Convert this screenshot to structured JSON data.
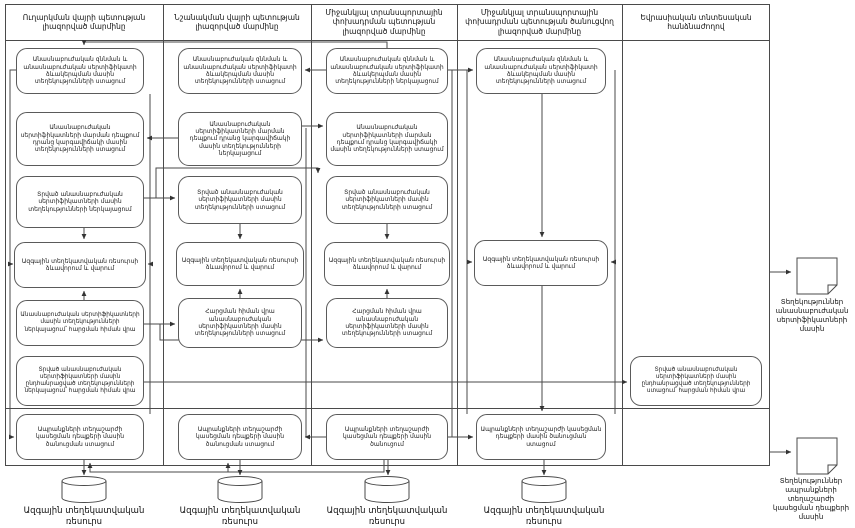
{
  "diagram": {
    "lanes": [
      {
        "header": "Ուղարկման վայրի պետության լիազորված մարմինը",
        "boxes": [
          "Անասնաբուժական զննման և անասնաբուժական սերտիֆիկատի ձևակերպման մասին տեղեկությունների ստացում",
          "Անասնաբուժական սերտիֆիկատների մարման դեպքում դրանց կարգավիճակի մասին տեղեկությունների ստացում",
          "Տրված անասնաբուժական սերտիֆիկատների մասին տեղեկությունների ներկայացում",
          "Ազգային տեղեկատվական ռեսուրսի ձևավորում և վարում",
          "Անասնաբուժական սերտիֆիկատների մասին տեղեկությունների ներկայացում՝ հարցման հիման վրա",
          "Տրված անասնաբուժական սերտիֆիկատների մասին ընդհանրացված տեղեկությունների ներկայացում՝ հարցման հիման վրա",
          "Ապրանքների տեղաշարժի կասեցման դեպքերի մասին ծանուցման ստացում"
        ]
      },
      {
        "header": "Նշանակման վայրի պետության լիազորված մարմինը",
        "boxes": [
          "Անասնաբուժական զննման և անասնաբուժական սերտիֆիկատի ձևակերպման մասին տեղեկությունների ստացում",
          "Անասնաբուժական սերտիֆիկատների մարման դեպքում դրանց կարգավիճակի մասին տեղեկությունների ներկայացում",
          "Տրված անասնաբուժական սերտիֆիկատների մասին տեղեկությունների ստացում",
          "Ազգային տեղեկատվական ռեսուրսի ձևավորում և վարում",
          "Հարցման հիման վրա անասնաբուժական սերտիֆիկատների մասին տեղեկությունների ստացում",
          "Ապրանքների տեղաշարժի կասեցման դեպքերի մասին ծանուցման ստացում"
        ]
      },
      {
        "header": "Միջանկյալ տրանսպորտային փոխադրման պետության լիազորված մարմինը",
        "boxes": [
          "Անասնաբուժական զննման և անասնաբուժական սերտիֆիկատի ձևակերպման մասին տեղեկությունների ներկայացում",
          "Անասնաբուժական սերտիֆիկատների մարման դեպքում դրանց կարգավիճակի մասին տեղեկությունների ստացում",
          "Տրված անասնաբուժական սերտիֆիկատների մասին տեղեկությունների ստացում",
          "Ազգային տեղեկատվական ռեսուրսի ձևավորում և վարում",
          "Հարցման հիման վրա անասնաբուժական սերտիֆիկատների մասին տեղեկությունների ստացում",
          "Ապրանքների տեղաշարժի կասեցման դեպքերի մասին ծանուցում"
        ]
      },
      {
        "header": "Միջանկյալ տրանսպորտային փոխադրման պետության ծանուցվող լիազորված մարմինը",
        "boxes": [
          "Անասնաբուժական զննման և անասնաբուժական սերտիֆիկատի ձևակերպման մասին տեղեկությունների ստացում",
          "Ազգային տեղեկատվական ռեսուրսի ձևավորում և վարում",
          "Ապրանքների տեղաշարժի կասեցման դեպքերի մասին ծանուցման ստացում"
        ]
      },
      {
        "header": "Եվրասիական տնտեսական հանձնաժողով",
        "boxes": [
          "Տրված անասնաբուժական սերտիֆիկատների մասին ընդհանրացված տեղեկությունների ստացում՝ հարցման հիման վրա"
        ]
      }
    ],
    "database_label": "Ազգային տեղեկատվական ռեսուրս",
    "documents": [
      "Տեղեկություններ անասնաբուժական սերտիֆիկատների մասին",
      "Տեղեկություններ ապրանքների տեղաշարժի կասեցման դեպքերի մասին"
    ]
  }
}
